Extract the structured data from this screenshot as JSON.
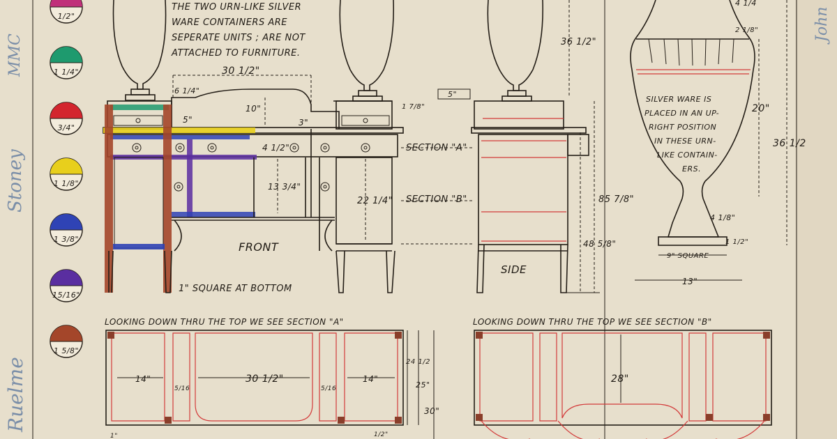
{
  "swatches": [
    {
      "label": "1/2\"",
      "color": "#c0307a"
    },
    {
      "label": "1 1/4\"",
      "color": "#1e9a6e"
    },
    {
      "label": "3/4\"",
      "color": "#d3252e"
    },
    {
      "label": "1 1/8\"",
      "color": "#e8cf1c"
    },
    {
      "label": "1 3/8\"",
      "color": "#2f43b5"
    },
    {
      "label": "15/16\"",
      "color": "#5a2ea0"
    },
    {
      "label": "1 5/8\"",
      "color": "#a4462a"
    }
  ],
  "notes": {
    "urn_note_line1": "THE TWO URN-LIKE SILVER",
    "urn_note_line2": "WARE CONTAINERS ARE",
    "urn_note_line3": "SEPERATE UNITS ; ARE NOT",
    "urn_note_line4": "ATTACHED TO FURNITURE.",
    "silver_line1": "SILVER WARE IS",
    "silver_line2": "PLACED IN AN UP-",
    "silver_line3": "RIGHT POSITION",
    "silver_line4": "IN THESE URN-",
    "silver_line5": "LIKE CONTAIN-",
    "silver_line6": "ERS."
  },
  "labels": {
    "front": "FRONT",
    "side": "SIDE",
    "section_a": "SECTION \"A\"",
    "section_b": "SECTION \"B\"",
    "square_bottom": "1\" SQUARE AT BOTTOM",
    "looking_a": "LOOKING DOWN THRU THE TOP WE SEE SECTION \"A\"",
    "looking_b": "LOOKING DOWN THRU THE TOP WE SEE SECTION \"B\"",
    "nine_square": "9\" SQUARE"
  },
  "dims": {
    "d30_5": "30 1/2\"",
    "d6_25": "6 1/4\"",
    "d10": "10\"",
    "d5a": "5\"",
    "d3": "3\"",
    "d4_5": "4 1/2\"",
    "d13_75": "13 3/4\"",
    "d22_25": "22 1/4\"",
    "d5b": "5\"",
    "d1_875": "1 7/8\"",
    "d36_5a": "36 1/2\"",
    "d85_875": "85 7/8\"",
    "d48_625": "48 5/8\"",
    "d4_25": "4 1/4",
    "d2_125": "2 1/8\"",
    "d20": "20\"",
    "d36_5b": "36 1/2",
    "d4_125": "4 1/8\"",
    "d1_5": "1 1/2\"",
    "d13": "13\"",
    "p14a": "14\"",
    "p5_16a": "5/16",
    "p30_5": "30 1/2\"",
    "p5_16b": "5/16",
    "p14b": "14\"",
    "p24_5": "24 1/2",
    "p25": "25\"",
    "p30": "30\"",
    "p28": "28\"",
    "p_half": "1/2\"",
    "p_1": "1\""
  },
  "margin_script": {
    "left_top": "MMC",
    "left_mid": "Stoney",
    "left_bottom": "Ruelme",
    "right_top": "John"
  }
}
